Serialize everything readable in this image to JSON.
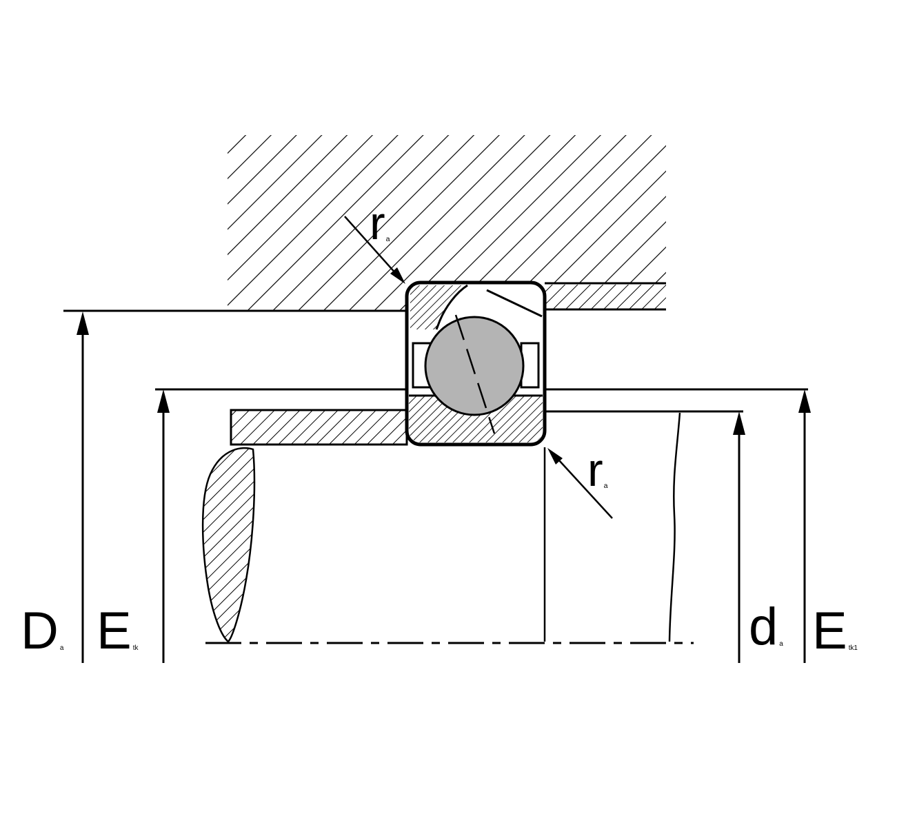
{
  "colors": {
    "ball_fill": "#b4b4b4",
    "line": "#000000",
    "background": "#ffffff"
  },
  "labels": {
    "Da": {
      "main": "D",
      "sub": "a"
    },
    "Etk": {
      "main": "E",
      "sub": "tk"
    },
    "da": {
      "main": "d",
      "sub": "a"
    },
    "Etk1": {
      "main": "E",
      "sub": "tk1"
    },
    "ra_top": {
      "main": "r",
      "sub": "a"
    },
    "ra_bottom": {
      "main": "r",
      "sub": "a"
    }
  }
}
